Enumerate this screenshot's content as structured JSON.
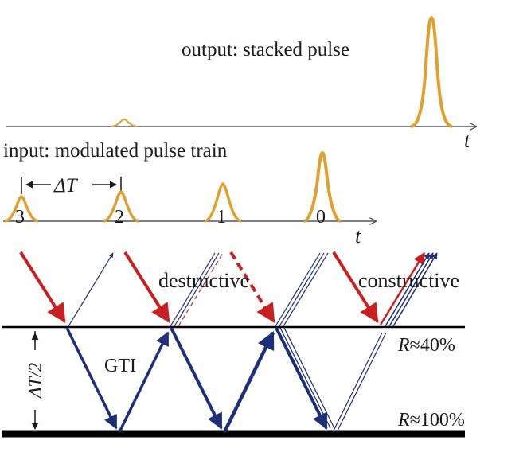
{
  "labels": {
    "output": "output: stacked pulse",
    "input": "input: modulated pulse train",
    "time_axis_top": "t",
    "time_axis_bottom": "t",
    "delta_t": "ΔT",
    "destructive": "destructive",
    "constructive": "constructive",
    "gti": "GTI",
    "half_delta_t": "ΔT/2",
    "mirror_top": "≈40%",
    "mirror_bottom": "≈100%",
    "reflectivity_symbol": "R"
  },
  "pulses": [
    {
      "label": "3",
      "relative_amplitude": 0.35
    },
    {
      "label": "2",
      "relative_amplitude": 0.45
    },
    {
      "label": "1",
      "relative_amplitude": 0.55
    },
    {
      "label": "0",
      "relative_amplitude": 1.0
    }
  ],
  "colors": {
    "pulse": "#e0a030",
    "axis": "#555566",
    "incoming_beam": "#c82020",
    "cavity_beam": "#1e2e78",
    "mirror": "#000000"
  }
}
